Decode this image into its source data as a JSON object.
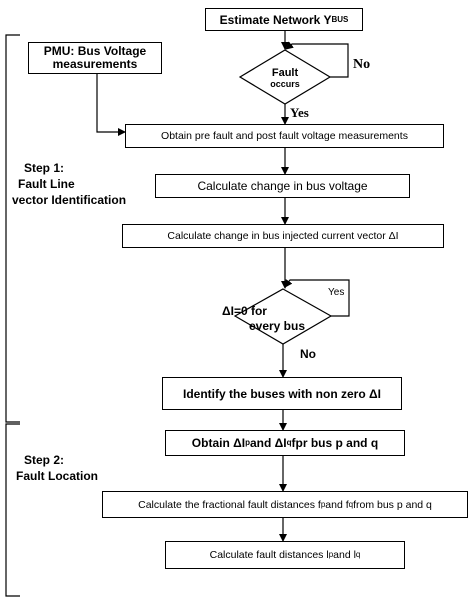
{
  "diagram": {
    "nodes": {
      "estimate": {
        "text": "Estimate Network Y",
        "sub": "BUS"
      },
      "pmu": {
        "line1": "PMU: Bus Voltage",
        "line2": "measurements"
      },
      "fault_decision": {
        "line1": "Fault",
        "line2": "occurs"
      },
      "obtain_pre_post": {
        "text": "Obtain pre fault and post fault voltage measurements"
      },
      "calc_voltage_change": {
        "text": "Calculate change in bus voltage"
      },
      "calc_current_vector": {
        "text": "Calculate change in bus injected current vector ΔI"
      },
      "zero_decision": {
        "line1": "ΔI=0 for",
        "line2": "every bus"
      },
      "identify_buses": {
        "text": "Identify the buses with non zero ΔI"
      },
      "obtain_dI": {
        "pre": "Obtain ΔI",
        "sub_p": "p",
        "mid": " and ΔI",
        "sub_q": "q",
        "post": " fpr bus p and q"
      },
      "calc_fractional": {
        "pre": "Calculate the fractional fault distances  f",
        "sub_p": "p",
        "mid": " and f",
        "sub_q": "q",
        "post": " from bus p and q"
      },
      "calc_distances": {
        "pre": "Calculate fault distances  l",
        "sub_p": "p",
        "mid": " and l",
        "sub_q": "q",
        "post": ""
      }
    },
    "edge_labels": {
      "no_fault": "No",
      "yes_fault": "Yes",
      "yes_zero": "Yes",
      "no_zero": "No"
    },
    "steps": {
      "step1": {
        "line1": "Step 1:",
        "line2": "Fault Line",
        "line3": "vector Identification"
      },
      "step2": {
        "line1": "Step 2:",
        "line2": "Fault Location"
      }
    }
  }
}
